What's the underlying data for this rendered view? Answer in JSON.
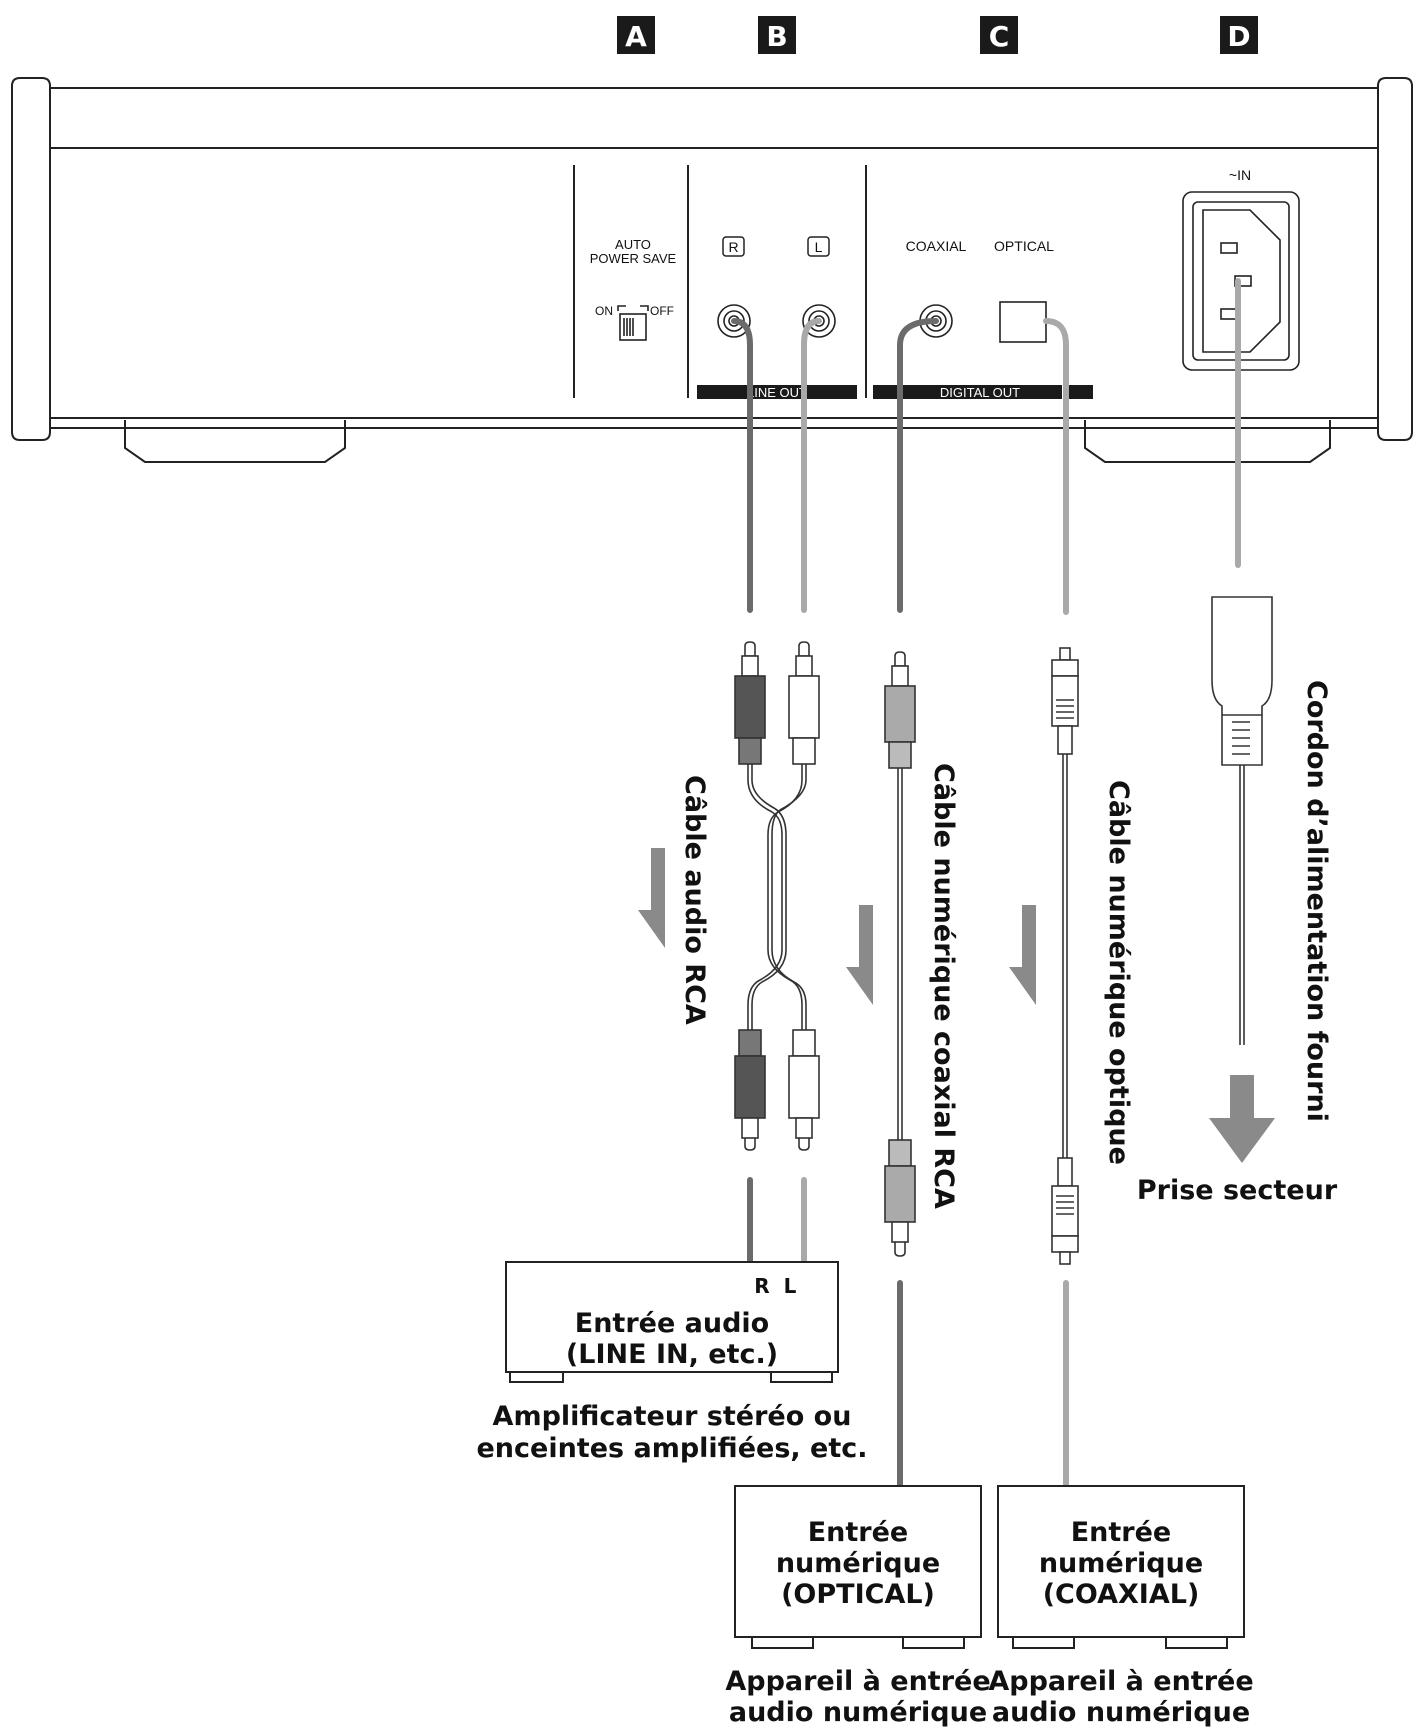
{
  "section_badges": [
    "A",
    "B",
    "C",
    "D"
  ],
  "panel": {
    "auto_power_save": [
      "AUTO",
      "POWER SAVE"
    ],
    "switch_on": "ON",
    "switch_off": "OFF",
    "jack_r": "R",
    "jack_l": "L",
    "coaxial": "COAXIAL",
    "optical": "OPTICAL",
    "line_out": "LINE OUT",
    "digital_out": "DIGITAL OUT",
    "ac_in": "~IN"
  },
  "cables": {
    "rca_audio": "Câble audio RCA",
    "coax_digital": "Câble numérique coaxial RCA",
    "optical_digital": "Câble numérique optique",
    "power_cord": "Cordon d’alimentation fourni"
  },
  "outlet_label": "Prise secteur",
  "devices": {
    "amp": {
      "rl_r": "R",
      "rl_l": "L",
      "box_lines": [
        "Entrée audio",
        "(LINE IN, etc.)"
      ],
      "caption_lines": [
        "Amplificateur stéréo ou",
        "enceintes amplifiées, etc."
      ]
    },
    "optical_in": {
      "box_lines": [
        "Entrée",
        "numérique",
        "(OPTICAL)"
      ],
      "caption_lines": [
        "Appareil à entrée",
        "audio numérique"
      ]
    },
    "coaxial_in": {
      "box_lines": [
        "Entrée",
        "numérique",
        "(COAXIAL)"
      ],
      "caption_lines": [
        "Appareil à entrée",
        "audio numérique"
      ]
    }
  },
  "colors": {
    "dark_cable": "#6b6b6b",
    "light_cable": "#a9a9a9",
    "ink": "#111111"
  }
}
